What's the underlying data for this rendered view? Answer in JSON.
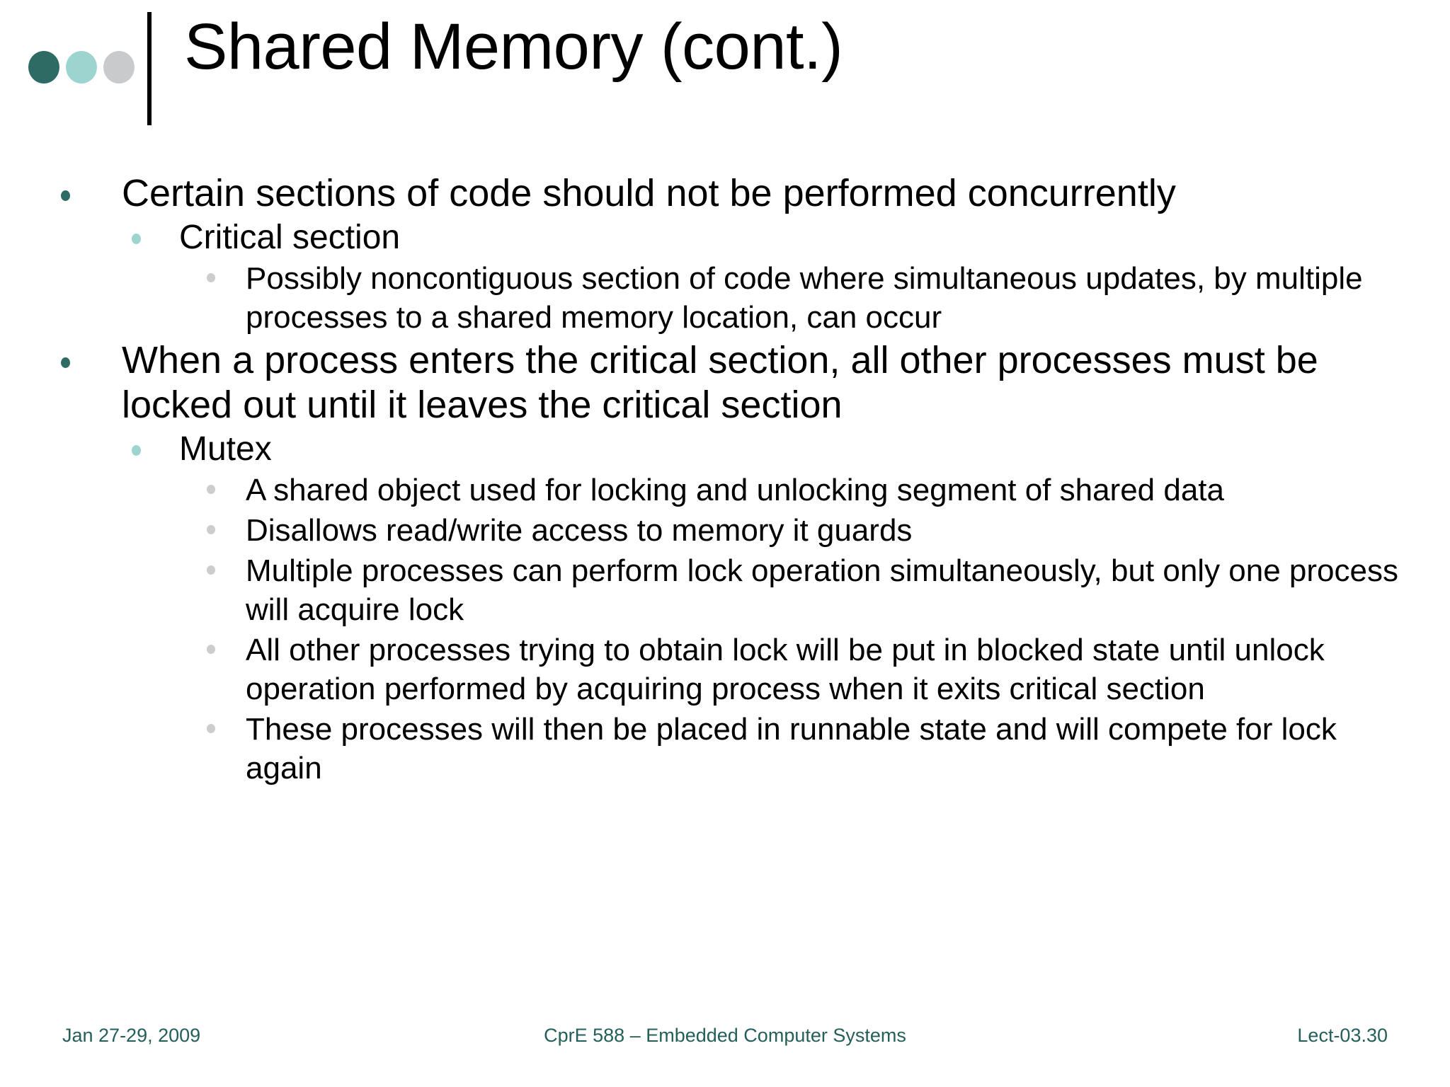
{
  "slide": {
    "title": "Shared Memory (cont.)",
    "logo": {
      "dot_colors": [
        "#2d6b64",
        "#9ed4d0",
        "#c9cacb"
      ],
      "rule_color": "#000000"
    },
    "bullet_colors": {
      "level1": "#2d6b64",
      "level2": "#9ed4d0",
      "level3": "#cdcdcd"
    },
    "bullets": [
      {
        "level": 1,
        "text": "Certain sections of code should not be performed concurrently"
      },
      {
        "level": 2,
        "text": "Critical section"
      },
      {
        "level": 3,
        "text": "Possibly noncontiguous section of code where simultaneous updates, by multiple processes to a shared memory location, can occur"
      },
      {
        "level": 1,
        "text": "When a process enters the critical section, all other processes must be locked out until it leaves the critical section"
      },
      {
        "level": 2,
        "text": "Mutex"
      },
      {
        "level": 3,
        "text": "A shared object used for locking and unlocking segment of shared data"
      },
      {
        "level": 3,
        "text": "Disallows read/write access to memory it guards"
      },
      {
        "level": 3,
        "text": "Multiple processes can perform lock operation simultaneously, but only one process will acquire lock"
      },
      {
        "level": 3,
        "text": "All other processes trying to obtain lock will be put in blocked state until unlock operation performed by acquiring process when it exits critical section"
      },
      {
        "level": 3,
        "text": "These processes will then be placed in runnable state and will compete for lock again"
      }
    ],
    "footer": {
      "date": "Jan 27-29, 2009",
      "course": "CprE 588 – Embedded Computer Systems",
      "lecture": "Lect-03.30",
      "color": "#245f59"
    }
  }
}
